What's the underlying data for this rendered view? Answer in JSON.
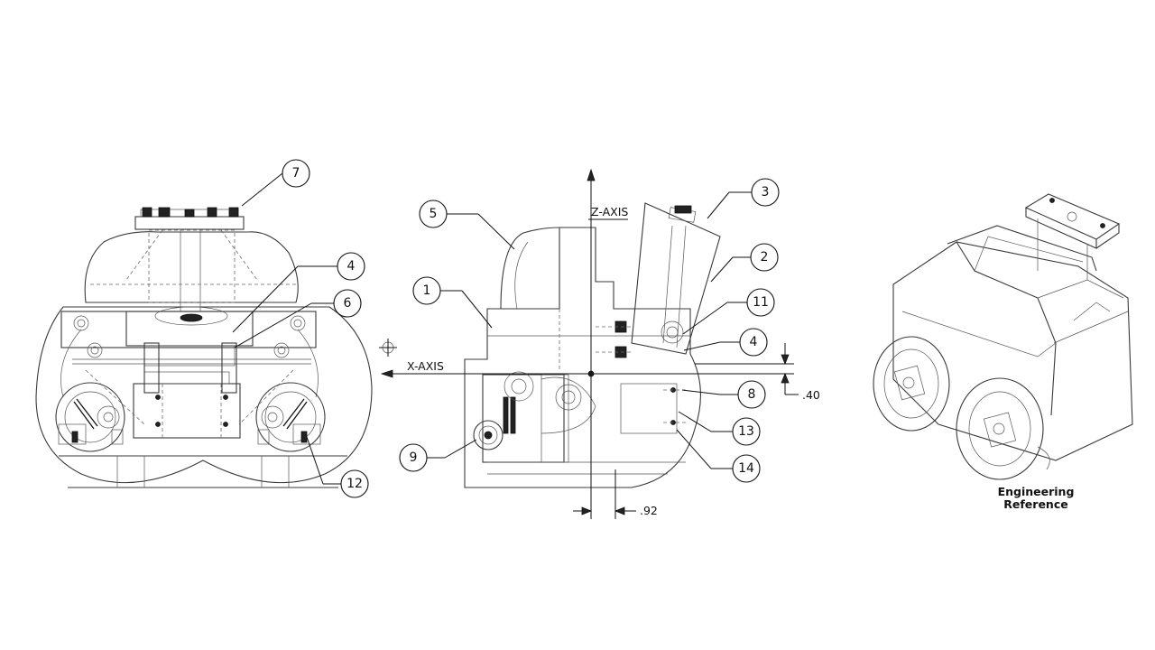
{
  "axes": {
    "x_label": "X-AXIS",
    "z_label": "Z-AXIS"
  },
  "dimensions": {
    "vertical_offset": ".40",
    "horizontal_offset": ".92"
  },
  "balloons": {
    "front_view": [
      "7",
      "4",
      "6",
      "12"
    ],
    "side_view": [
      "5",
      "1",
      "3",
      "2",
      "11",
      "4",
      "8",
      "13",
      "14",
      "9"
    ]
  },
  "reference_caption": [
    "Engineering",
    "Reference"
  ]
}
